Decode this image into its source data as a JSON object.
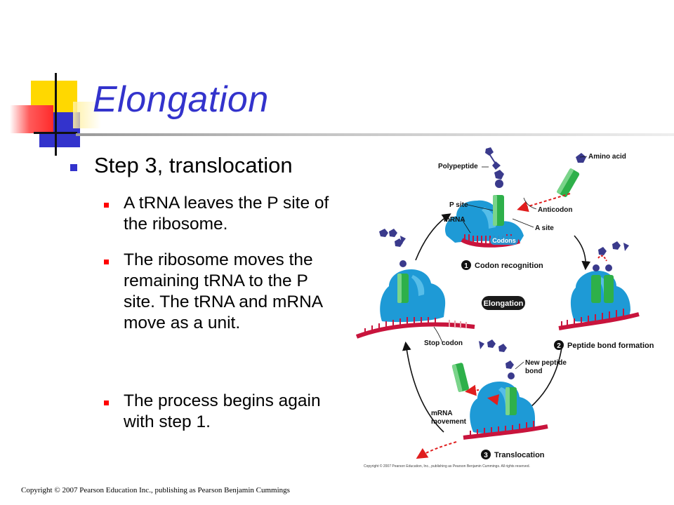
{
  "slide": {
    "title": "Elongation",
    "bullets": [
      {
        "text": "Step 3, translocation",
        "sub": [
          "A tRNA leaves the P site of the ribosome.",
          "The ribosome moves the remaining tRNA to the P site. The tRNA and mRNA move as a unit.",
          "The process begins again with step 1."
        ]
      }
    ],
    "copyright": "Copyright © 2007 Pearson Education Inc., publishing as Pearson Benjamin Cummings"
  },
  "figure": {
    "labels": {
      "polypeptide": "Polypeptide",
      "amino_acid": "Amino acid",
      "p_site": "P site",
      "mrna": "mRNA",
      "anticodon": "Anticodon",
      "a_site": "A site",
      "codons": "Codons",
      "step1": "Codon recognition",
      "center": "Elongation",
      "stop_codon": "Stop codon",
      "step2": "Peptide bond formation",
      "new_peptide_bond": "New peptide bond",
      "mrna_movement": "mRNA movement",
      "step3": "Translocation",
      "credit": "Copyright © 2007 Pearson Education, Inc., publishing as Pearson Benjamin Cummings. All rights reserved."
    },
    "step_numbers": [
      "1",
      "2",
      "3"
    ],
    "colors": {
      "ribosome": "#1e9ad6",
      "ribosome_shade": "#56bde8",
      "trna": "#2eb04a",
      "mrna": "#c8143c",
      "amino_acid": "#3a3a8c",
      "arrow": "#e01e1e"
    }
  },
  "theme": {
    "title_color": "#3333cc",
    "bullet1_color": "#3333cc",
    "bullet2_color": "#ff0000"
  }
}
